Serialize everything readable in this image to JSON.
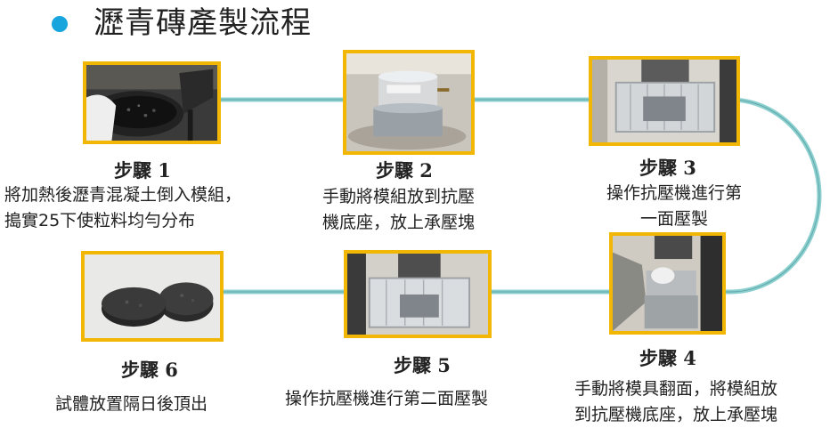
{
  "title": "瀝青磚產製流程",
  "colors": {
    "bullet": "#18a4dc",
    "frame": "#f2b705",
    "connector": "#8ccfcf"
  },
  "steps": [
    {
      "label": "步驟 1",
      "lines": [
        "將加熱後瀝青混凝土倒入模組，",
        "搗實25下使粒料均勻分布"
      ]
    },
    {
      "label": "步驟 2",
      "lines": [
        "手動將模組放到抗壓",
        "機底座，放上承壓塊"
      ]
    },
    {
      "label": "步驟 3",
      "lines": [
        "操作抗壓機進行第",
        "一面壓製"
      ]
    },
    {
      "label": "步驟 4",
      "lines": [
        "手動將模具翻面，將模組放",
        "到抗壓機底座，放上承壓塊"
      ]
    },
    {
      "label": "步驟 5",
      "lines": [
        "操作抗壓機進行第二面壓製"
      ]
    },
    {
      "label": "步驟 6",
      "lines": [
        "試體放置隔日後頂出"
      ]
    }
  ]
}
